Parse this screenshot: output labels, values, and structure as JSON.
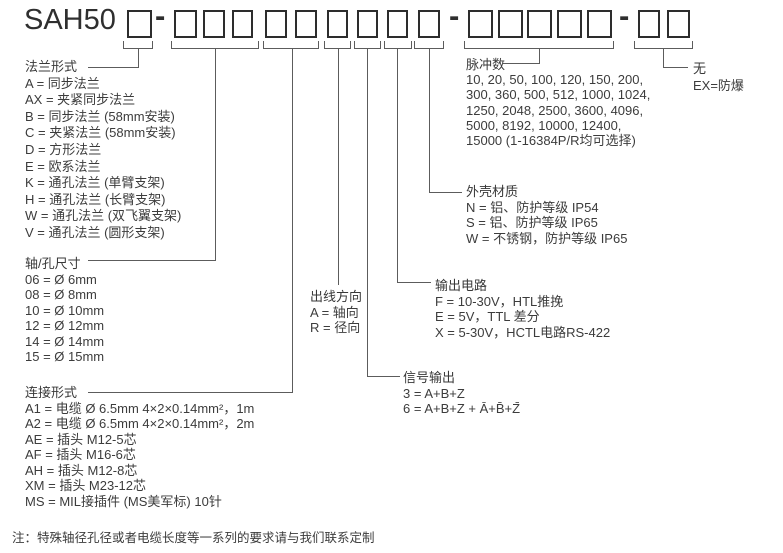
{
  "title": "SAH50",
  "separator": "-",
  "sections": {
    "flange": {
      "title": "法兰形式",
      "items": [
        "A = 同步法兰",
        "AX = 夹紧同步法兰",
        "B = 同步法兰 (58mm安装)",
        "C = 夹紧法兰 (58mm安装)",
        "D = 方形法兰",
        "E = 欧系法兰",
        "K = 通孔法兰 (单臂支架)",
        "H = 通孔法兰 (长臂支架)",
        "W = 通孔法兰 (双飞翼支架)",
        "V = 通孔法兰 (圆形支架)"
      ]
    },
    "shaft": {
      "title": "轴/孔尺寸",
      "items": [
        "06 = Ø 6mm",
        "08 = Ø 8mm",
        "10 = Ø 10mm",
        "12 = Ø 12mm",
        "14 = Ø 14mm",
        "15 = Ø 15mm"
      ]
    },
    "connection": {
      "title": "连接形式",
      "items": [
        "A1 = 电缆 Ø 6.5mm 4×2×0.14mm²，1m",
        "A2 = 电缆 Ø 6.5mm 4×2×0.14mm²，2m",
        "AE = 插头 M12-5芯",
        "AF = 插头 M16-6芯",
        "AH = 插头 M12-8芯",
        "XM = 插头 M23-12芯",
        "MS = MIL接插件 (MS美军标) 10针"
      ]
    },
    "direction": {
      "title": "出线方向",
      "items": [
        "A = 轴向",
        "R = 径向"
      ]
    },
    "signal": {
      "title": "信号输出",
      "items": [
        "3 = A+B+Z",
        "6 = A+B+Z + Ā+B̄+Z̄"
      ]
    },
    "circuit": {
      "title": "输出电路",
      "items": [
        "F = 10-30V，HTL推挽",
        "E = 5V，TTL 差分",
        "X = 5-30V，HCTL电路RS-422"
      ]
    },
    "housing": {
      "title": "外壳材质",
      "items": [
        "N = 铝、防护等级 IP54",
        "S = 铝、防护等级 IP65",
        "W = 不锈钢，防护等级 IP65"
      ]
    },
    "pulses": {
      "title": "脉冲数",
      "lines": [
        "10, 20, 50, 100, 120, 150, 200,",
        "300, 360, 500, 512, 1000, 1024,",
        "1250, 2048, 2500, 3600, 4096,",
        "5000, 8192, 10000, 12400,",
        "15000 (1-16384P/R均可选择)"
      ]
    },
    "explosion": {
      "title": "无",
      "items": [
        "EX=防爆"
      ]
    }
  },
  "note": "注：特殊轴径孔径或者电缆长度等一系列的要求请与我们联系定制"
}
